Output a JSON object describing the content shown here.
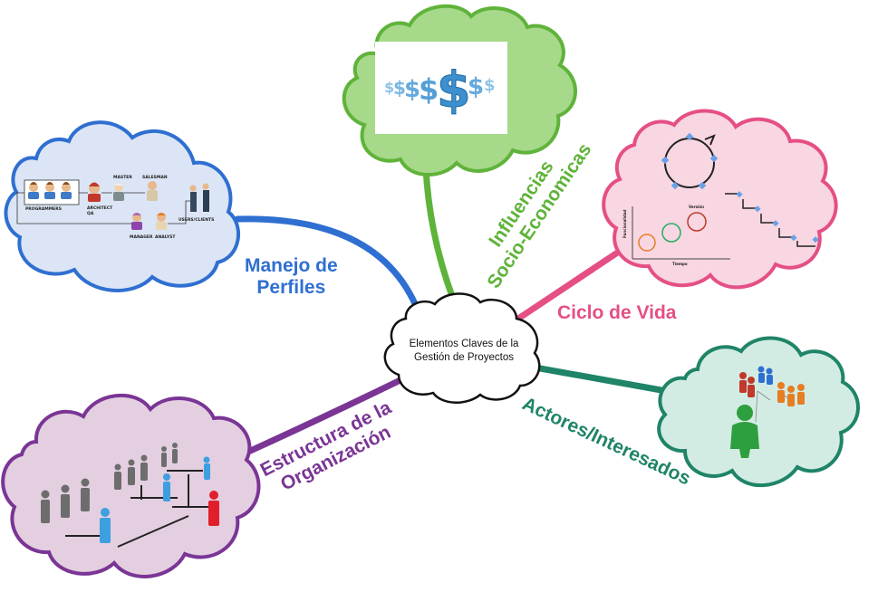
{
  "center": {
    "line1": "Elementos Claves de la",
    "line2": "Gestión de Proyectos"
  },
  "branches": {
    "manejo": {
      "line1": "Manejo de",
      "line2": "Perfiles",
      "color": "#2f6fd1",
      "cloud_fill": "#dbe5f5"
    },
    "influencias": {
      "line1": "Influencias",
      "line2": "Socio-Economicas",
      "color": "#5fb33a",
      "cloud_fill": "#a6d98a"
    },
    "ciclo": {
      "line1": "Ciclo de Vida",
      "color": "#e54f86",
      "cloud_fill": "#f8d6e2"
    },
    "actores": {
      "line1": "Actores/Interesados",
      "color": "#1f8468",
      "cloud_fill": "#d2ece4"
    },
    "estructura": {
      "line1": "Estructura de la",
      "line2": "Organización",
      "color": "#7a3595",
      "cloud_fill": "#e3cfe0"
    }
  },
  "profiles_image": {
    "programmers": "PROGRAMMERS",
    "architect": "ARCHITECT",
    "qa": "QA",
    "master": "MASTER",
    "salesman": "SALESMAN",
    "manager": "MANAGER",
    "analyst": "ANALYST",
    "users_clients": "USERS/CLIENTS"
  },
  "lifecycle_image": {
    "ylabel": "Funcionalidad",
    "xlabel": "Tiempo",
    "version_label": "Versión"
  }
}
